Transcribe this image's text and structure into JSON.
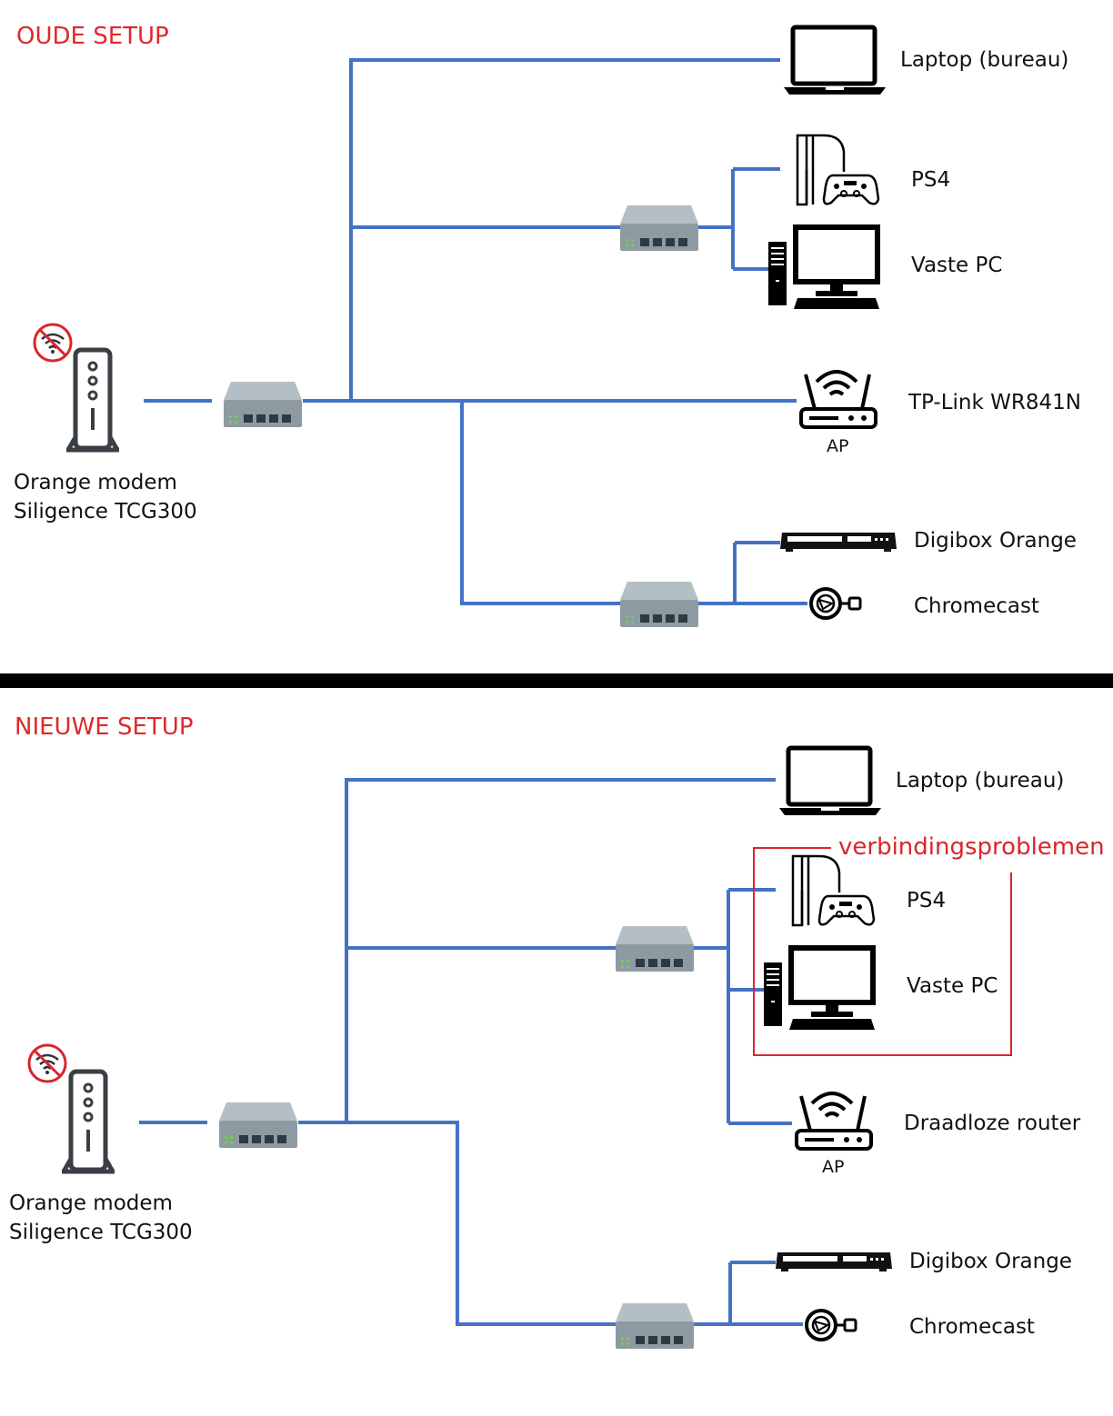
{
  "colors": {
    "title": "#E0282B",
    "wire": "#4472C4",
    "problem_box": "#D9262B",
    "divider": "#000000",
    "switch_body": "#8E9AA2",
    "switch_top": "#B4BFC5",
    "port": "#2E3A40",
    "led": "#6FD14A"
  },
  "icons": {
    "modem": "modem-icon",
    "no_wifi": "no-wifi-icon",
    "switch": "network-switch-icon",
    "laptop": "laptop-icon",
    "ps4": "ps4-console-icon",
    "pc": "desktop-pc-icon",
    "router": "wifi-router-icon",
    "digibox": "set-top-box-icon",
    "chromecast": "chromecast-icon"
  },
  "old": {
    "title": "OUDE SETUP",
    "modem_line1": "Orange modem",
    "modem_line2": "Siligence TCG300",
    "laptop": "Laptop (bureau)",
    "ps4": "PS4",
    "pc": "Vaste PC",
    "router": "TP-Link WR841N",
    "ap": "AP",
    "digibox": "Digibox Orange",
    "chromecast": "Chromecast"
  },
  "new": {
    "title": "NIEUWE SETUP",
    "modem_line1": "Orange modem",
    "modem_line2": "Siligence TCG300",
    "laptop": "Laptop (bureau)",
    "ps4": "PS4",
    "pc": "Vaste PC",
    "router": "Draadloze router",
    "ap": "AP",
    "digibox": "Digibox Orange",
    "chromecast": "Chromecast",
    "problem": "verbindingsproblemen"
  }
}
